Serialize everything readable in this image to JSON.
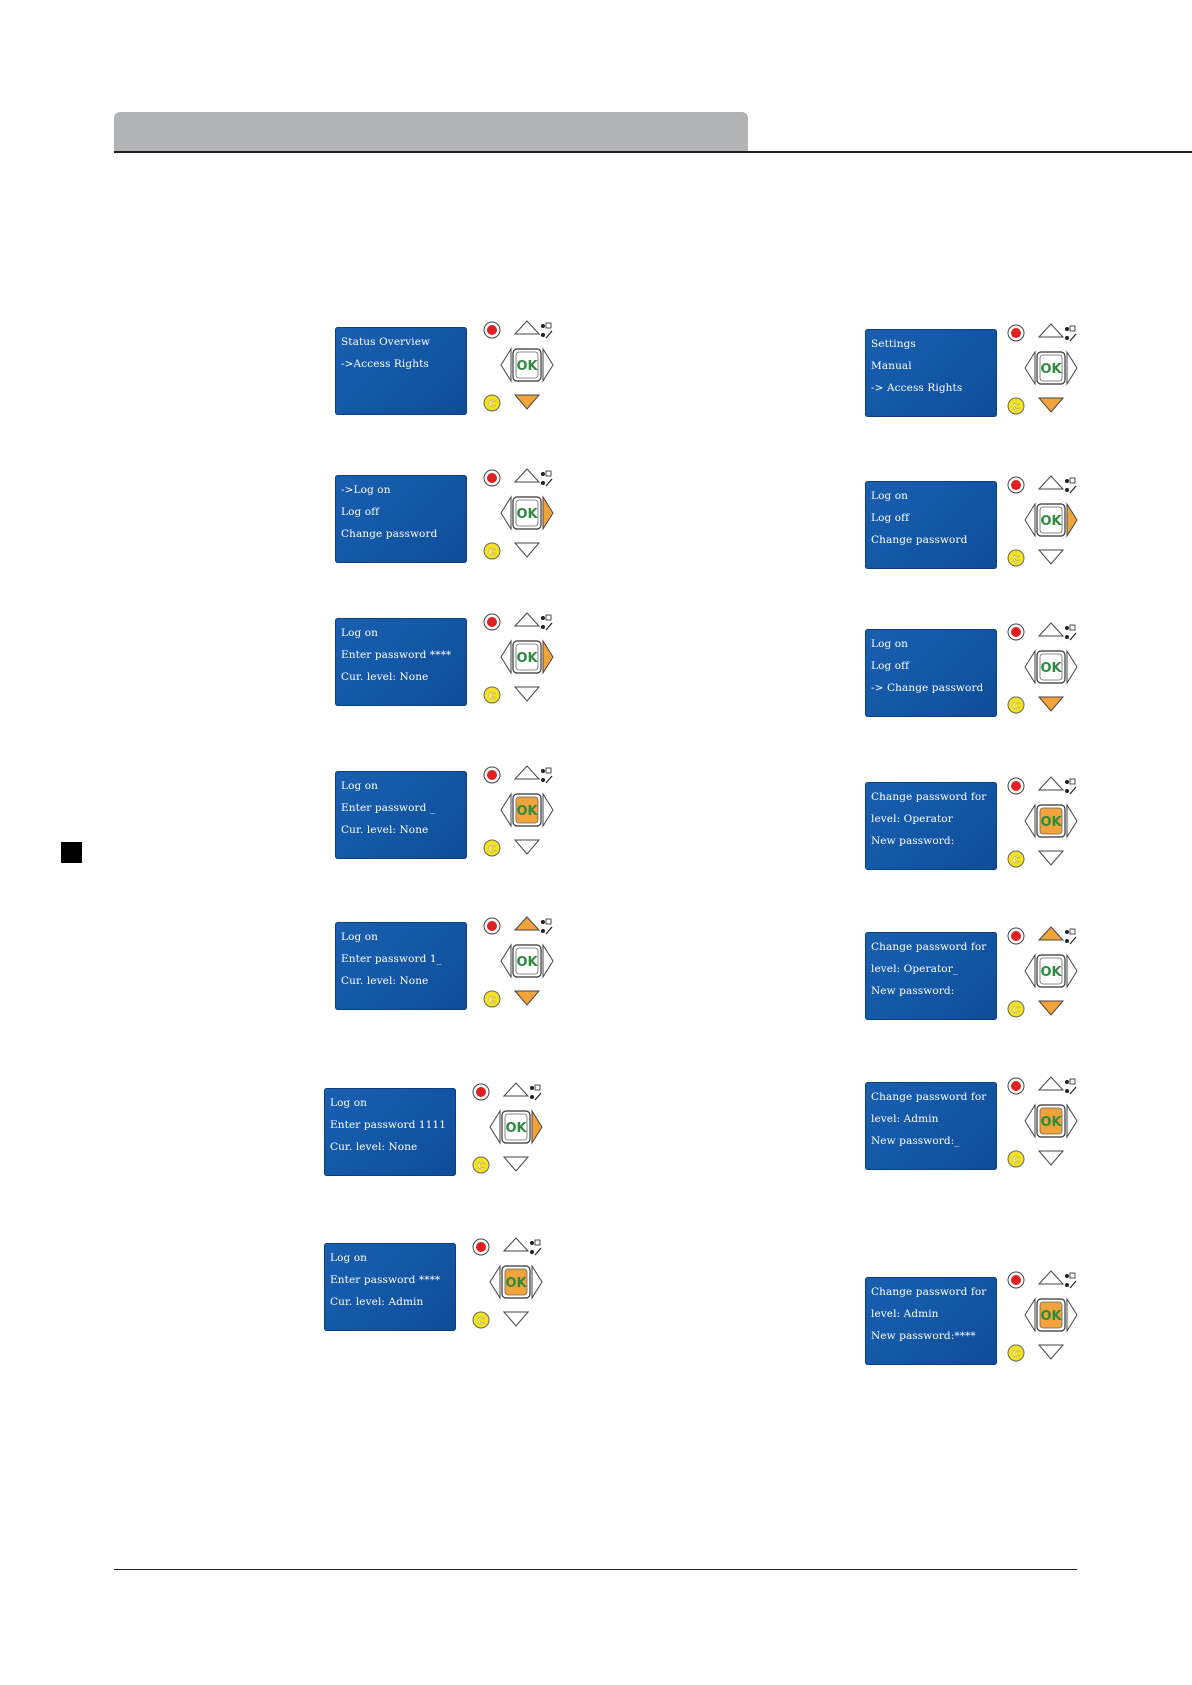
{
  "colors": {
    "header_tab": "#b1b3b4",
    "lcd_blue": "#1458a8",
    "key_highlight": "#f2a43a",
    "ok_text": "#2e8b3e",
    "stop_red": "#e02020",
    "c_yellow": "#f5e21e"
  },
  "left_column": [
    {
      "lines": [
        "Status Overview",
        "->Access Rights",
        ""
      ],
      "active_key": "down-arrow"
    },
    {
      "lines": [
        "->Log on",
        "Log off",
        "Change password"
      ],
      "active_key": "right-arrow"
    },
    {
      "lines": [
        "Log on",
        "Enter password ****",
        "Cur. level: None"
      ],
      "active_key": "right-arrow"
    },
    {
      "lines": [
        "Log on",
        "Enter password _",
        "Cur. level: None"
      ],
      "active_key": "ok"
    },
    {
      "lines": [
        "Log on",
        "Enter password 1_",
        "Cur. level: None"
      ],
      "active_key": "up-down"
    },
    {
      "lines": [
        "Log on",
        "Enter password 1111",
        "Cur. level: None"
      ],
      "active_key": "right-arrow"
    },
    {
      "lines": [
        "Log on",
        "Enter password ****",
        "Cur. level: Admin"
      ],
      "active_key": "ok"
    }
  ],
  "right_column": [
    {
      "lines": [
        "Settings",
        "Manual",
        "-> Access Rights"
      ],
      "active_key": "down-arrow"
    },
    {
      "lines": [
        "Log on",
        "Log off",
        "Change password"
      ],
      "active_key": "right-arrow"
    },
    {
      "lines": [
        "Log on",
        "Log off",
        "-> Change password"
      ],
      "active_key": "down-arrow"
    },
    {
      "lines": [
        "Change password for",
        "level: Operator",
        "New password:"
      ],
      "active_key": "ok"
    },
    {
      "lines": [
        "Change password for",
        "level: Operator_",
        "New password:"
      ],
      "active_key": "up-down"
    },
    {
      "lines": [
        "Change password for",
        "level: Admin",
        "New password:_"
      ],
      "active_key": "ok"
    },
    {
      "lines": [
        "Change password for",
        "level: Admin",
        "New password:****"
      ],
      "active_key": "ok"
    }
  ],
  "keypad": {
    "ok_label": "OK",
    "c_label": "C"
  }
}
